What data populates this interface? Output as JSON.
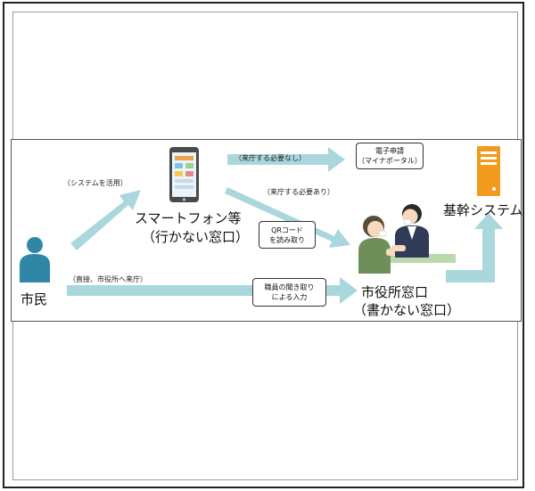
{
  "citizen": {
    "label": "市民"
  },
  "smartphone": {
    "label_line1": "スマートフォン等",
    "label_line2": "（行かない窓口）"
  },
  "counter": {
    "label_line1": "市役所窓口",
    "label_line2": "（書かない窓口）"
  },
  "core_system": {
    "label": "基幹システム"
  },
  "arrow_labels": {
    "use_system": "（システムを活用）",
    "no_visit": "（来庁する必要なし）",
    "visit_needed": "（来庁する必要あり）",
    "direct_visit": "（直接、市役所へ来庁）"
  },
  "boxes": {
    "e_application_line1": "電子申請",
    "e_application_line2": "（マイナポータル）",
    "qr_line1": "QRコード",
    "qr_line2": "を読み取り",
    "staff_line1": "職員の聞き取り",
    "staff_line2": "による入力"
  },
  "colors": {
    "arrow": "#a9d7dc",
    "person": "#2f86a6",
    "server": "#f39a1d"
  }
}
